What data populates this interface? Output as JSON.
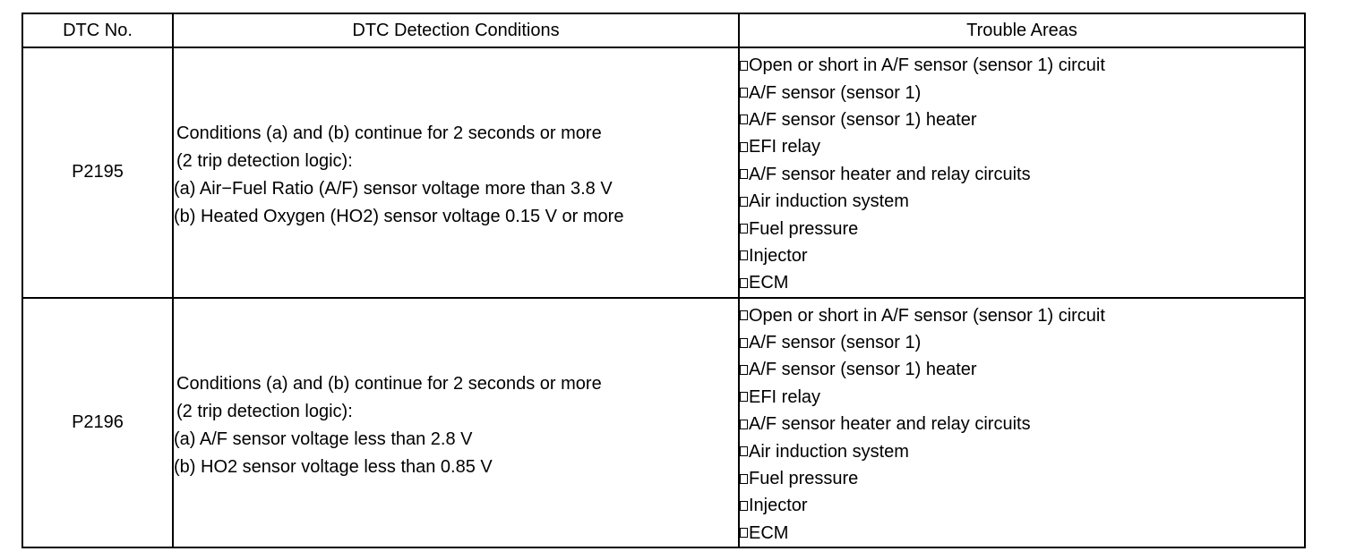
{
  "table": {
    "headers": {
      "dtc_no": "DTC No.",
      "conditions": "DTC Detection Conditions",
      "trouble_areas": "Trouble Areas"
    },
    "rows": [
      {
        "code": "P2195",
        "conditions": [
          "Conditions (a) and (b) continue for 2 seconds or more",
          "(2 trip detection logic):",
          "(a) Air−Fuel Ratio (A/F) sensor voltage more than 3.8 V",
          "(b) Heated Oxygen (HO2) sensor voltage 0.15 V or more"
        ],
        "trouble_areas": [
          "Open or short in A/F sensor (sensor 1) circuit",
          "A/F sensor (sensor 1)",
          "A/F sensor (sensor 1) heater",
          "EFI relay",
          "A/F sensor heater and relay circuits",
          "Air induction system",
          "Fuel pressure",
          "Injector",
          "ECM"
        ]
      },
      {
        "code": "P2196",
        "conditions": [
          "Conditions (a) and (b) continue for 2 seconds or more",
          "(2 trip detection logic):",
          "(a) A/F sensor voltage less than 2.8 V",
          "(b) HO2 sensor voltage less than 0.85 V"
        ],
        "trouble_areas": [
          "Open or short in A/F sensor (sensor 1) circuit",
          "A/F sensor (sensor 1)",
          "A/F sensor (sensor 1) heater",
          "EFI relay",
          "A/F sensor heater and relay circuits",
          "Air induction system",
          "Fuel pressure",
          "Injector",
          "ECM"
        ]
      }
    ]
  }
}
